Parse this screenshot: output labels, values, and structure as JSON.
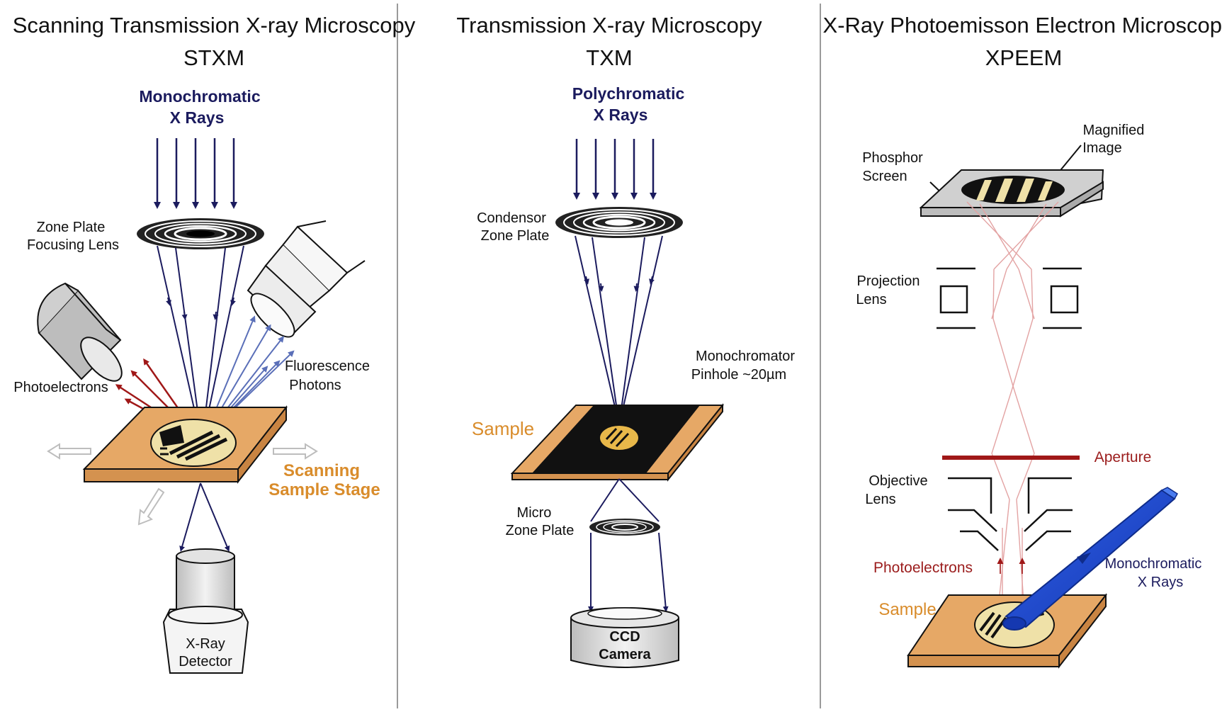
{
  "panels": {
    "stxm": {
      "title_line1": "Scanning Transmission X-ray Microscopy",
      "title_line2": "STXM",
      "source_line1": "Monochromatic",
      "source_line2": "X Rays",
      "zone_plate_line1": "Zone Plate",
      "zone_plate_line2": "Focusing Lens",
      "photoelectrons": "Photoelectrons",
      "fluorescence_line1": "Fluorescence",
      "fluorescence_line2": "Photons",
      "stage_line1": "Scanning",
      "stage_line2": "Sample Stage",
      "detector_line1": "X-Ray",
      "detector_line2": "Detector"
    },
    "txm": {
      "title_line1": "Transmission X-ray Microscopy",
      "title_line2": "TXM",
      "source_line1": "Polychromatic",
      "source_line2": "X Rays",
      "condensor_line1": "Condensor",
      "condensor_line2": "Zone Plate",
      "monochromator_line1": "Monochromator",
      "monochromator_line2": "Pinhole ~20µm",
      "sample": "Sample",
      "micro_zone_line1": "Micro",
      "micro_zone_line2": "Zone Plate",
      "ccd_line1": "CCD",
      "ccd_line2": "Camera"
    },
    "xpeem": {
      "title_line1": "X-Ray Photoemisson Electron Microscopy",
      "title_line2": "XPEEM",
      "magnified_line1": "Magnified",
      "magnified_line2": "Image",
      "phosphor_line1": "Phosphor",
      "phosphor_line2": "Screen",
      "projection_line1": "Projection",
      "projection_line2": "Lens",
      "aperture": "Aperture",
      "objective_line1": "Objective",
      "objective_line2": "Lens",
      "photoelectrons": "Photoelectrons",
      "source_line1": "Monochromatic",
      "source_line2": "X Rays",
      "sample": "Sample"
    }
  },
  "colors": {
    "navy_text": "#1b1b5e",
    "orange_text": "#d98c2b",
    "red_text": "#9b1c1c",
    "stage_fill": "#e6a866",
    "beam_blue": "#1f4fd6",
    "divider": "#9a9a9a"
  }
}
